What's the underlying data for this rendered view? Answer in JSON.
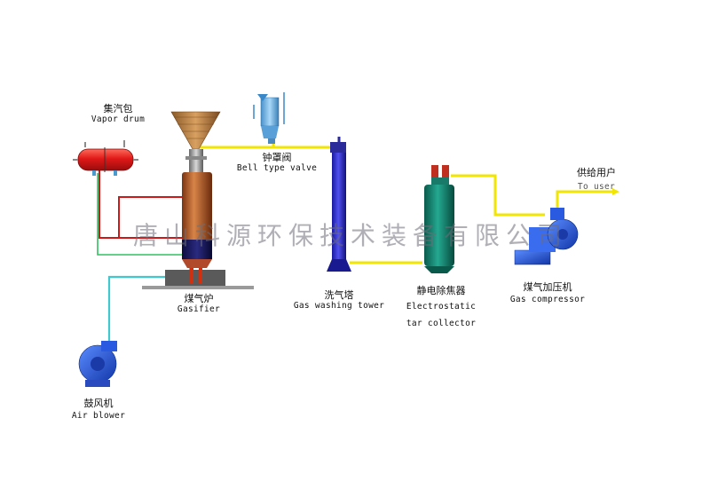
{
  "labels": {
    "vapor_drum": {
      "cn": "集汽包",
      "en": "Vapor drum"
    },
    "bell_valve": {
      "cn": "钟罩阀",
      "en": "Bell type valve"
    },
    "gasifier": {
      "cn": "煤气炉",
      "en": "Gasifier"
    },
    "washing_tower": {
      "cn": "洗气塔",
      "en": "Gas washing tower"
    },
    "tar_collector": {
      "cn": "静电除焦器",
      "en1": "Electrostatic",
      "en2": "tar collector"
    },
    "compressor": {
      "cn": "煤气加压机",
      "en": "Gas compressor"
    },
    "to_user": {
      "cn": "供给用户",
      "en": "To user"
    },
    "air_blower": {
      "cn": "鼓风机",
      "en": "Air blower"
    }
  },
  "watermark": "唐山科源环保技术装备有限公司",
  "colors": {
    "gas_pipe": "#f2e600",
    "water_pipe_red": "#d01818",
    "steam_pipe_green": "#30c060",
    "air_pipe_cyan": "#40c8d0",
    "vapor_drum": "#e02020",
    "gasifier_body": "#b45a28",
    "washing_tower": "#3030c8",
    "tar_collector": "#1a8a78",
    "compressor": "#2255d8",
    "air_blower": "#1f4fd8",
    "bell_valve": "#78b8e8",
    "hopper": "#b07a40"
  }
}
